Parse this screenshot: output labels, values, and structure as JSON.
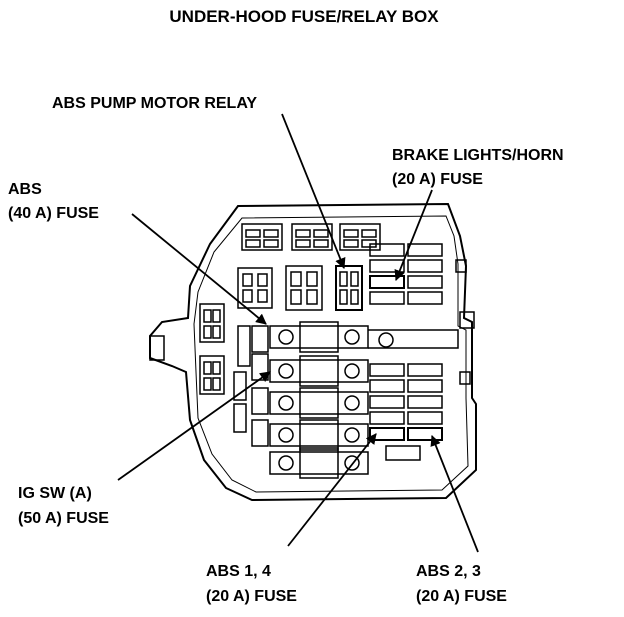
{
  "diagram": {
    "title": "UNDER-HOOD FUSE/RELAY BOX",
    "labels": {
      "abs_pump_motor_relay": "ABS PUMP MOTOR RELAY",
      "brake_lights_horn_line1": "BRAKE LIGHTS/HORN",
      "brake_lights_horn_line2": "(20 A) FUSE",
      "abs_40_line1": "ABS",
      "abs_40_line2": "(40 A) FUSE",
      "ig_sw_line1": "IG SW (A)",
      "ig_sw_line2": "(50 A) FUSE",
      "abs_1_4_line1": "ABS 1, 4",
      "abs_1_4_line2": "(20 A) FUSE",
      "abs_2_3_line1": "ABS 2, 3",
      "abs_2_3_line2": "(20 A) FUSE"
    }
  }
}
